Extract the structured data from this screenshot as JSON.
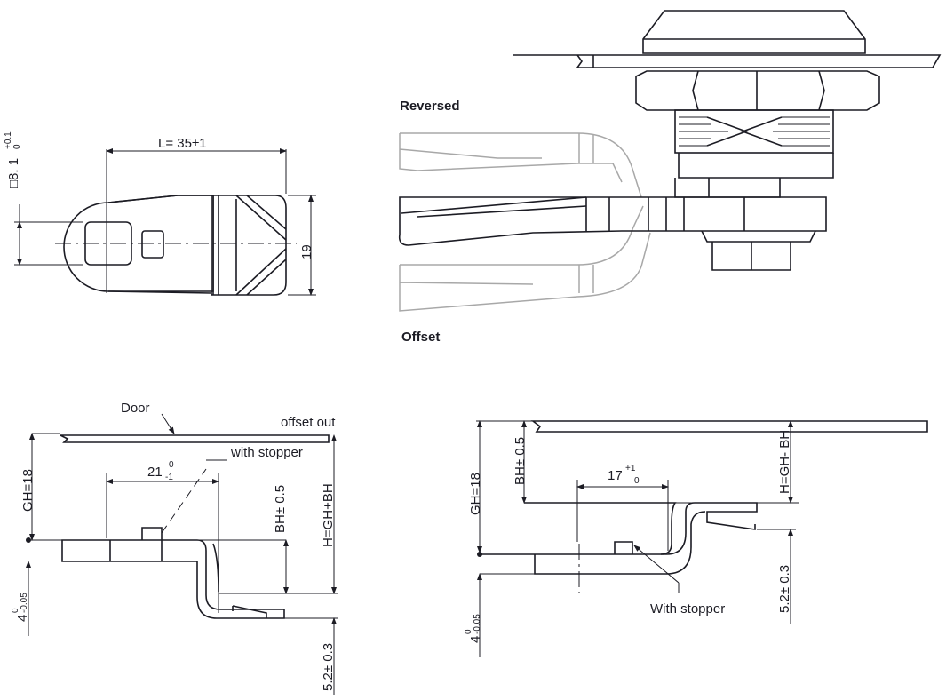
{
  "views": {
    "top": {
      "length_label": "L= 35±1",
      "square_label_main": "□8. 1",
      "square_tol_upper": "+0.1",
      "square_tol_lower": "0",
      "width_label": "19"
    },
    "assembly": {
      "reversed_label": "Reversed",
      "offset_label": "Offset"
    },
    "offset_out": {
      "door_label": "Door",
      "title": "offset out",
      "stopper_label": "with stopper",
      "dim_21_main": "21",
      "dim_21_upper": "0",
      "dim_21_lower": "-1",
      "gh_label": "GH=18",
      "bh_label": "BH± 0.5",
      "h_label": "H=GH+BH",
      "t4_main": "4",
      "t4_upper": "0",
      "t4_lower": "-0.05",
      "t52_label": "5.2± 0.3"
    },
    "offset_in": {
      "stopper_label": "With stopper",
      "dim_17_main": "17",
      "dim_17_upper": "+1",
      "dim_17_lower": "0",
      "gh_label": "GH=18",
      "bh_label": "BH± 0.5",
      "h_label": "H=GH- BH",
      "t4_main": "4",
      "t4_upper": "0",
      "t4_lower": "-0.05",
      "t52_label": "5.2± 0.3"
    }
  },
  "colors": {
    "line": "#1c1c24",
    "ghost": "#a8a8a8",
    "background": "#ffffff"
  }
}
